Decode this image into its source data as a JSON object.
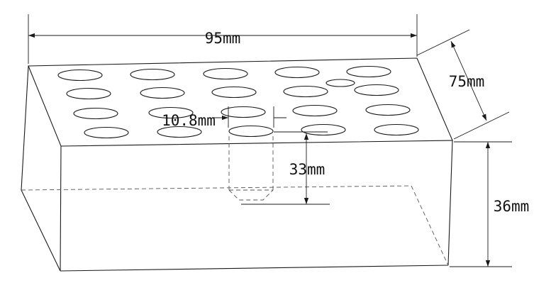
{
  "dimensions": {
    "width": "95mm",
    "depth": "75mm",
    "height": "36mm",
    "hole_diameter": "10.8mm",
    "hole_depth": "33mm"
  }
}
